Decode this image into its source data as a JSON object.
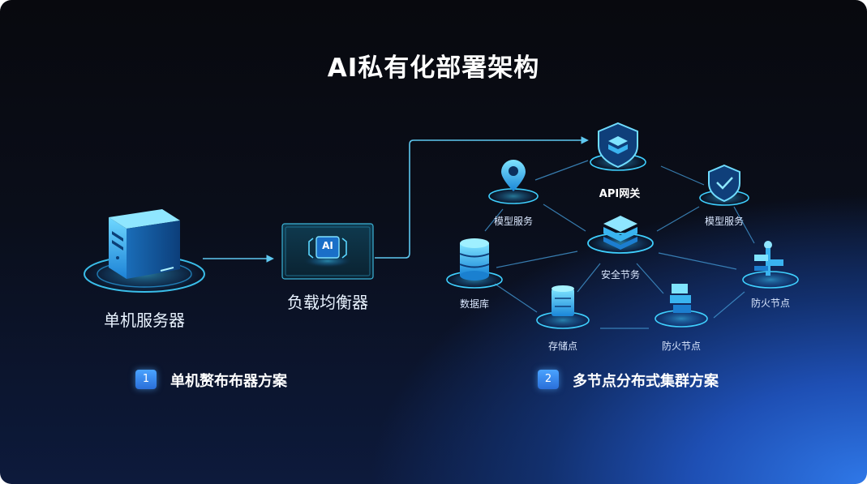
{
  "title": "AI私有化部署架构",
  "left": {
    "server_label": "单机服务器",
    "lb_chip_text": "AI",
    "lb_label": "负载均衡器"
  },
  "cluster": {
    "gateway": "API网关",
    "model_service_left": "模型服务",
    "model_service_right": "模型服务",
    "security": "安全节务",
    "database": "数据库",
    "storage": "存储点",
    "firewall_bottom": "防火节点",
    "firewall_right": "防火节点"
  },
  "options": [
    {
      "num": "1",
      "label": "单机赘布布器方案"
    },
    {
      "num": "2",
      "label": "多节点分布式集群方案"
    }
  ],
  "colors": {
    "accent": "#3fd0ff",
    "line": "#58b6e6"
  }
}
